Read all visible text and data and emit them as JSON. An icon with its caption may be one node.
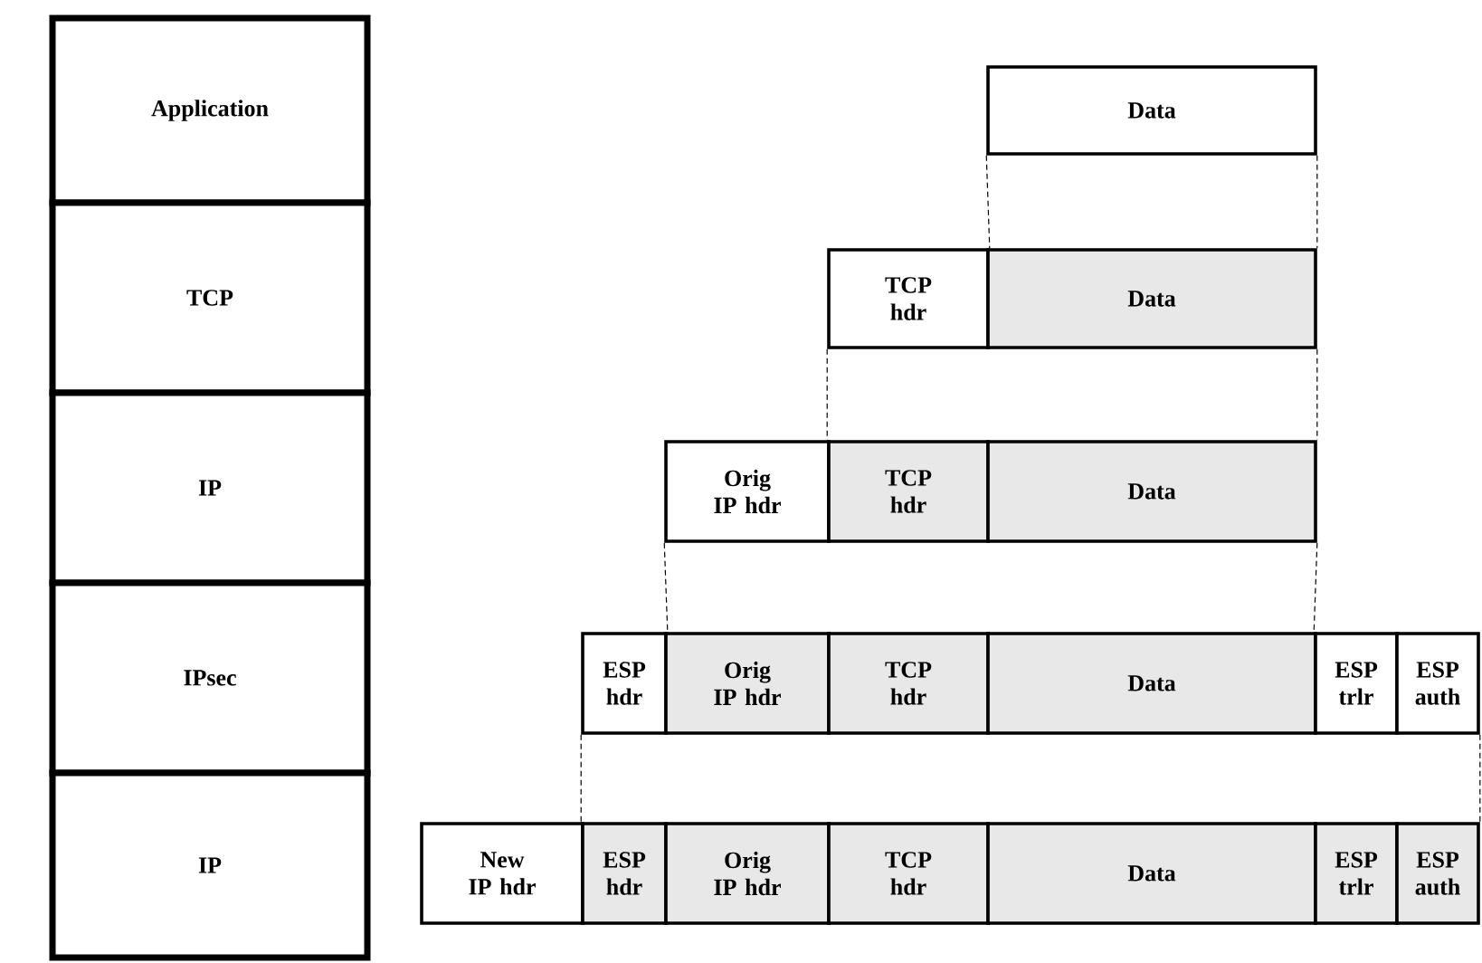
{
  "diagram": {
    "nodes": [
      {
        "text": [
          "Application"
        ]
      },
      {
        "text": [
          "Data"
        ]
      },
      {
        "text": [
          "TCP"
        ]
      },
      {
        "text": [
          "TCP hdr"
        ]
      },
      {
        "text": [
          "Data"
        ]
      },
      {
        "text": [
          "IP"
        ]
      },
      {
        "text": [
          "Orig IP hdr"
        ]
      },
      {
        "text": [
          "TCP hdr"
        ]
      },
      {
        "text": [
          "Data"
        ]
      },
      {
        "text": [
          "IPsec"
        ]
      },
      {
        "text": [
          "ESP hdr"
        ]
      },
      {
        "text": [
          "Orig IP hdr"
        ]
      },
      {
        "text": [
          "TCP hdr"
        ]
      },
      {
        "text": [
          "Data"
        ]
      },
      {
        "text": [
          "ESP trlr"
        ]
      },
      {
        "text": [
          "ESP auth"
        ]
      },
      {
        "text": [
          "IP"
        ]
      },
      {
        "text": [
          "New IP hdr"
        ]
      },
      {
        "text": [
          "ESP hdr"
        ]
      },
      {
        "text": [
          "Orig IP hdr"
        ]
      },
      {
        "text": [
          "TCP hdr"
        ]
      },
      {
        "text": [
          "Data"
        ]
      },
      {
        "text": [
          "ESP trlr"
        ]
      },
      {
        "text": [
          "ESP auth"
        ]
      }
    ],
    "edges": [
      {
        "from": 1,
        "to": 3,
        "arrow": "none",
        "style": "dashed"
      },
      {
        "from": 1,
        "to": 4,
        "arrow": "none",
        "style": "dashed"
      },
      {
        "from": 3,
        "to": 7,
        "arrow": "none",
        "style": "dashed"
      },
      {
        "from": 4,
        "to": 8,
        "arrow": "none",
        "style": "dashed"
      },
      {
        "from": 6,
        "to": 10,
        "arrow": "none",
        "style": "dashed"
      },
      {
        "from": 8,
        "to": 14,
        "arrow": "none",
        "style": "dashed"
      },
      {
        "from": 10,
        "to": 18,
        "arrow": "none",
        "style": "dashed"
      },
      {
        "from": 15,
        "to": 23,
        "arrow": "none",
        "style": "dashed"
      }
    ]
  }
}
